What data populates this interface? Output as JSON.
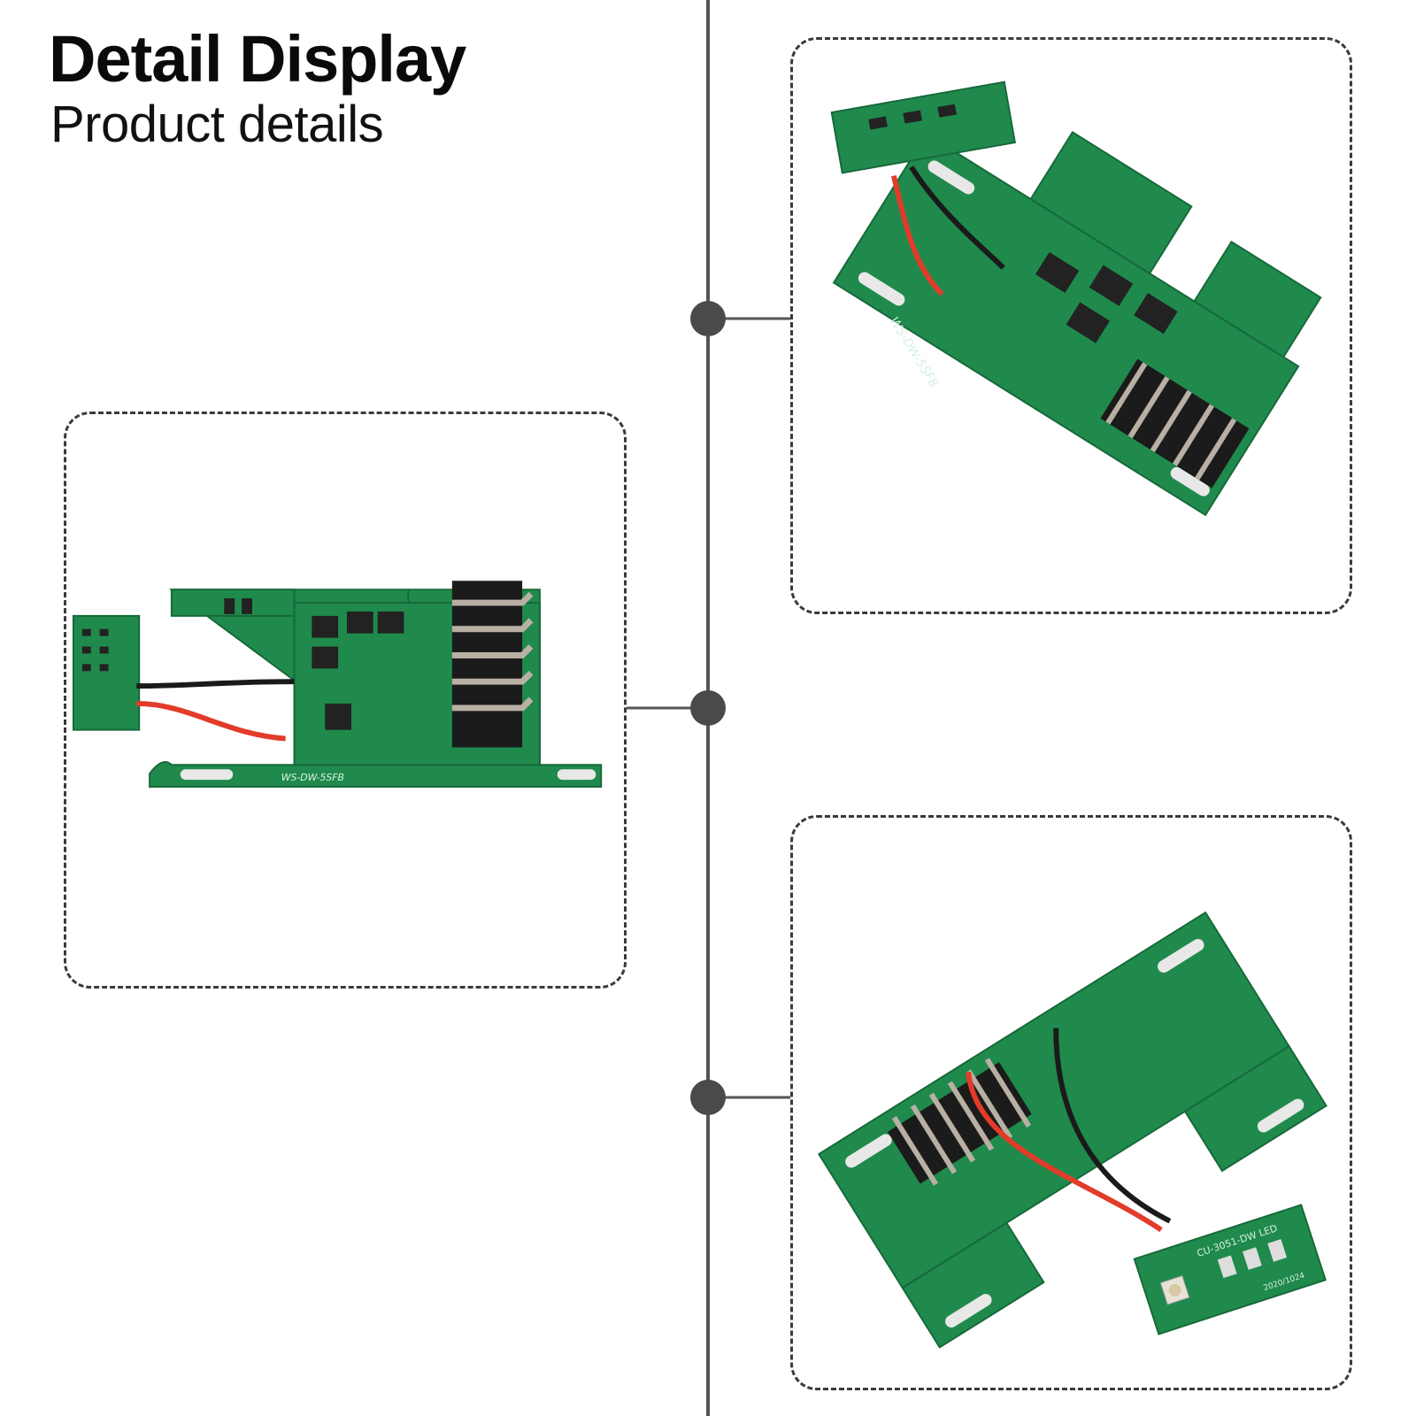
{
  "header": {
    "title": "Detail Display",
    "subtitle": "Product details"
  },
  "photos": [
    {
      "name": "bms-board-angled-top-view",
      "board_label": "WS-DW-5SFB"
    },
    {
      "name": "bms-board-side-view",
      "board_label": "WS-DW-5SFB"
    },
    {
      "name": "bms-board-bottom-view",
      "board_label": "CU-3051-DW LED",
      "date_code": "2020/1024"
    }
  ],
  "colors": {
    "pcb_green": "#1f8a4c",
    "timeline_line": "#555555",
    "timeline_node": "#4a4a4a",
    "frame_border": "#3a3a3a"
  }
}
